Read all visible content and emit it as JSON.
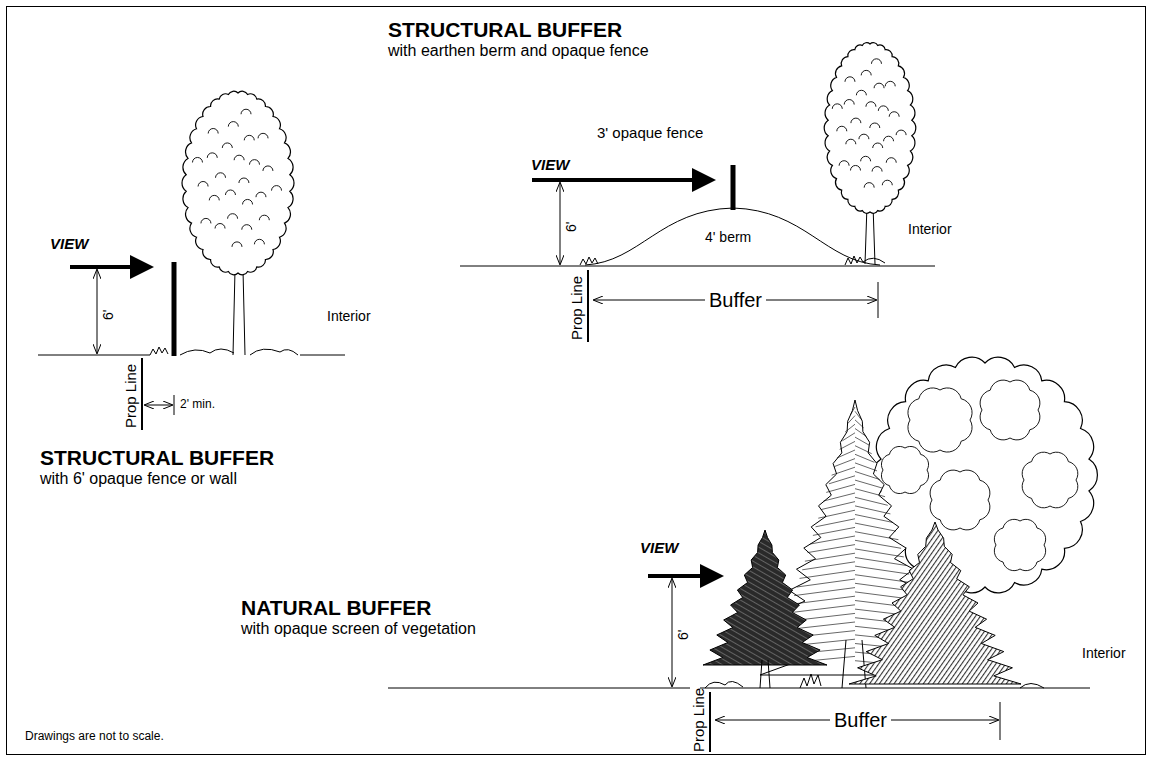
{
  "diagram": {
    "labels": [
      "STRUCTURAL BUFFER",
      "with earthen berm and opaque fence",
      "3' opaque fence",
      "VIEW",
      "6'",
      "4' berm",
      "Interior",
      "Prop Line",
      "Buffer",
      "VIEW",
      "6'",
      "Interior",
      "Prop Line",
      "2' min.",
      "STRUCTURAL BUFFER",
      "with 6' opaque fence or wall",
      "VIEW",
      "NATURAL BUFFER",
      "with opaque screen of vegetation",
      "6'",
      "Interior",
      "Prop Line",
      "Buffer",
      "Drawings are not to scale."
    ]
  }
}
